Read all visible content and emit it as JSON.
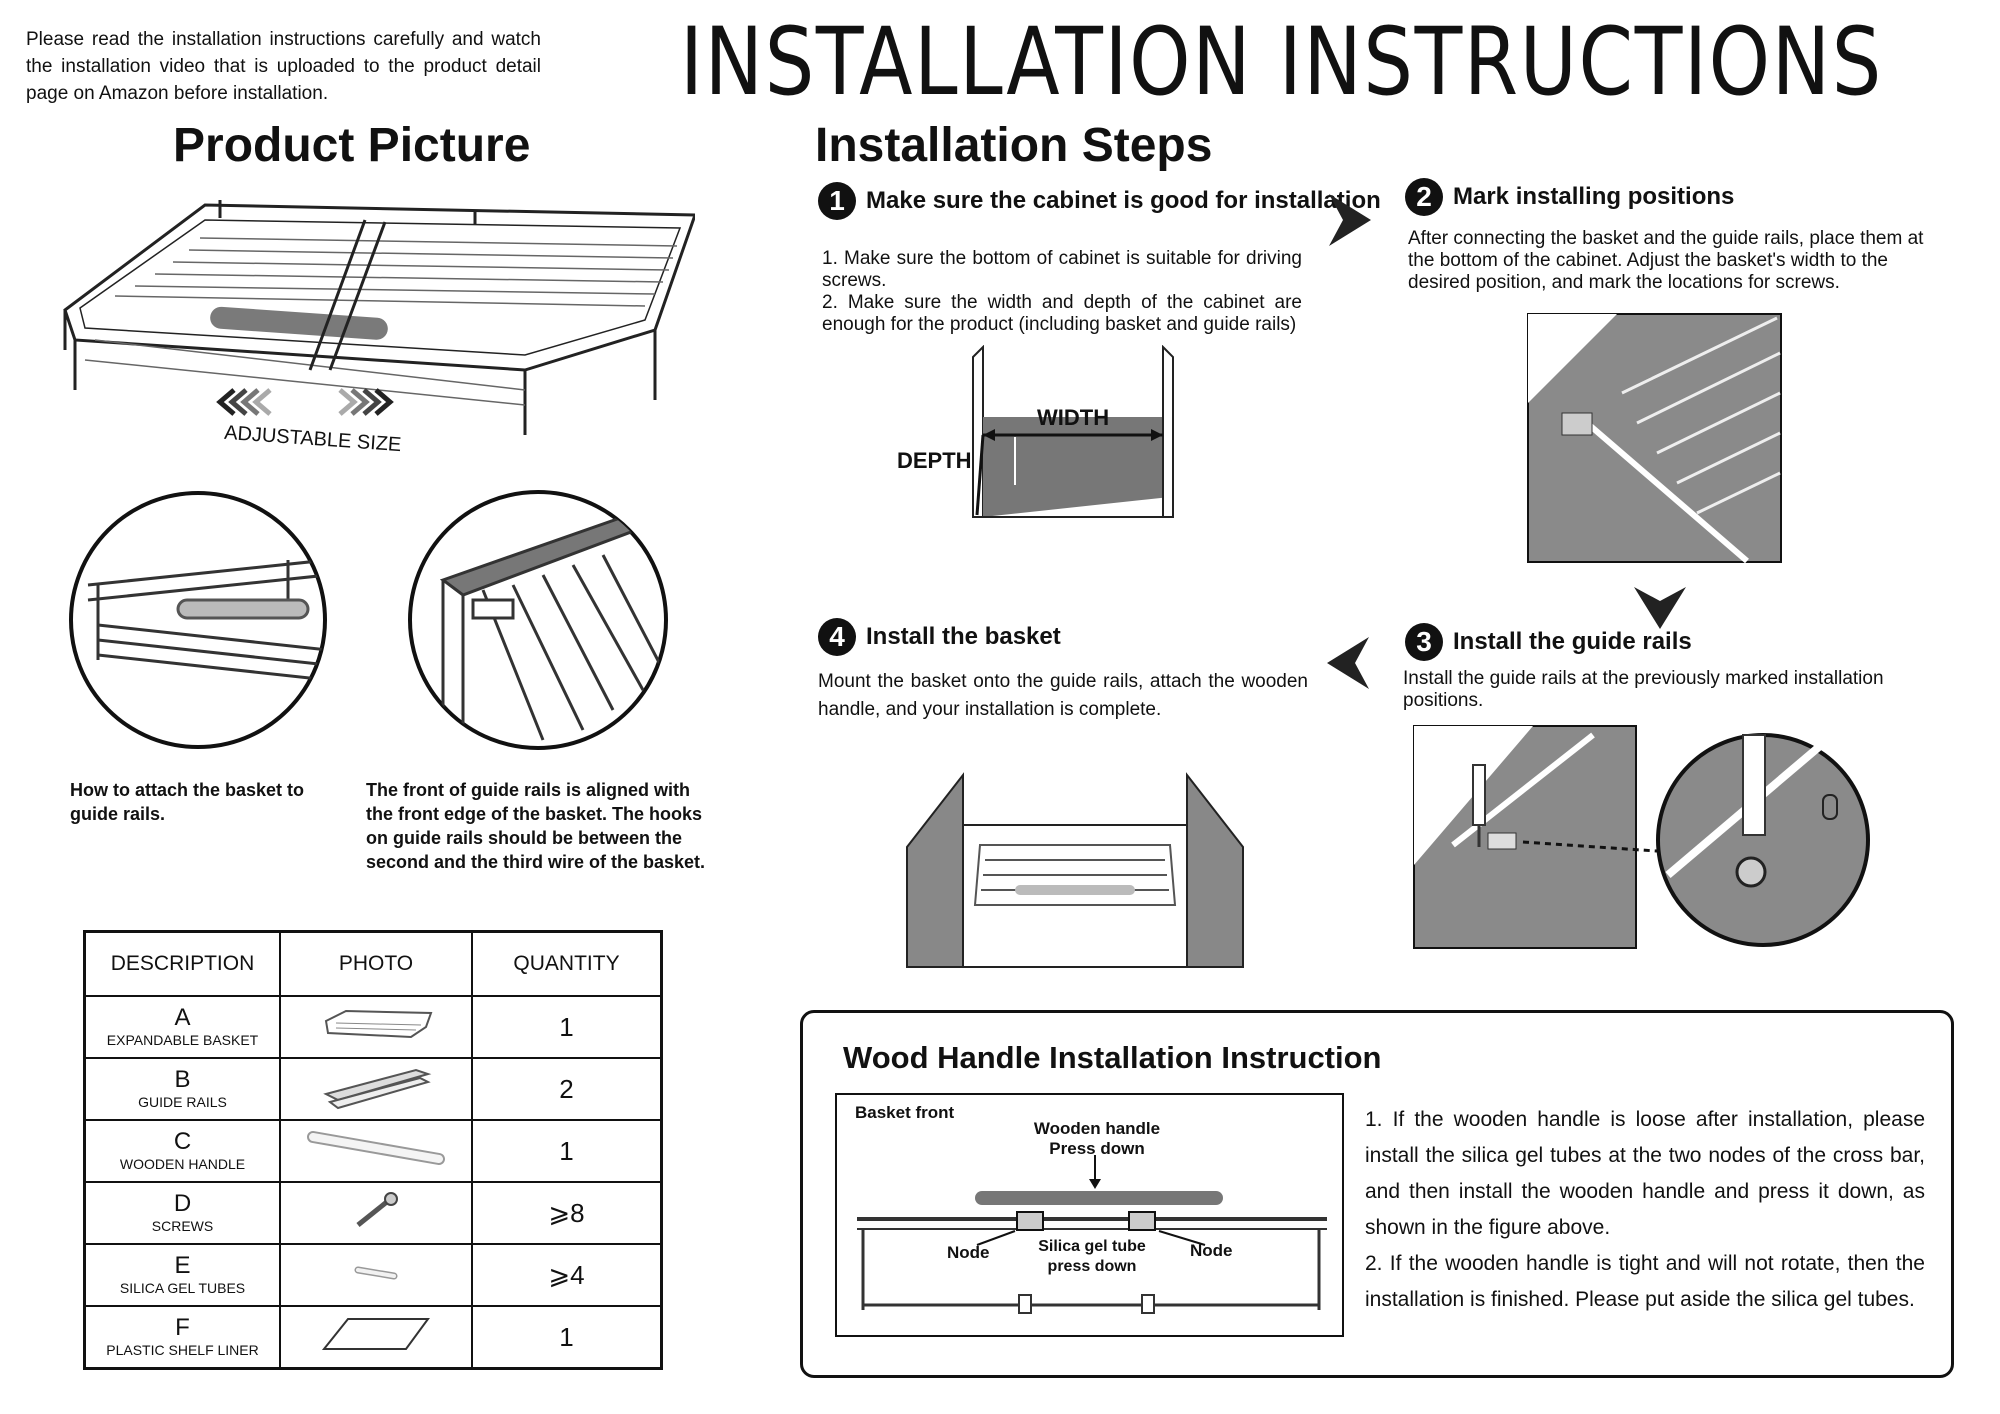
{
  "header": {
    "note": "Please read the installation instructions carefully and watch the installation video that is uploaded to the product detail page on Amazon before installation.",
    "title": "INSTALLATION INSTRUCTIONS"
  },
  "product": {
    "title": "Product Picture",
    "adjustable_label": "ADJUSTABLE SIZE",
    "caption_left": "How to attach the basket to guide rails.",
    "caption_right": "The front of guide rails is aligned with the front edge of the basket. The hooks on guide rails should be between the second and the third wire of the basket."
  },
  "steps": {
    "title": "Installation Steps",
    "items": [
      {
        "num": "1",
        "title": "Make sure the cabinet is good for installation",
        "text": "1. Make sure the bottom of cabinet is suitable for driving screws.\n2. Make sure the width and depth of the cabinet are enough for the product (including basket and guide rails)",
        "width_label": "WIDTH",
        "depth_label": "DEPTH"
      },
      {
        "num": "2",
        "title": "Mark installing positions",
        "text": "After connecting the basket and the guide rails, place them at the bottom of the cabinet. Adjust the basket's width to the desired position, and mark the locations for screws."
      },
      {
        "num": "3",
        "title": "Install the guide rails",
        "text": "Install the guide rails at the previously marked installation positions."
      },
      {
        "num": "4",
        "title": "Install the basket",
        "text": "Mount the basket onto the guide rails, attach the wooden handle, and your installation is complete."
      }
    ]
  },
  "parts_table": {
    "headers": [
      "DESCRIPTION",
      "PHOTO",
      "QUANTITY"
    ],
    "rows": [
      {
        "code": "A",
        "name": "EXPANDABLE BASKET",
        "qty": "1"
      },
      {
        "code": "B",
        "name": "GUIDE RAILS",
        "qty": "2"
      },
      {
        "code": "C",
        "name": "WOODEN HANDLE",
        "qty": "1"
      },
      {
        "code": "D",
        "name": "SCREWS",
        "qty": "⩾8"
      },
      {
        "code": "E",
        "name": "SILICA GEL TUBES",
        "qty": "⩾4"
      },
      {
        "code": "F",
        "name": "PLASTIC SHELF LINER",
        "qty": "1"
      }
    ]
  },
  "wood_handle": {
    "title": "Wood Handle Installation Instruction",
    "diagram": {
      "basket_front": "Basket front",
      "handle_line1": "Wooden handle",
      "handle_line2": "Press down",
      "node_left": "Node",
      "node_right": "Node",
      "gel_line1": "Silica gel tube",
      "gel_line2": "press down"
    },
    "text": "1. If the wooden handle is loose after installation, please install the silica gel tubes at the two nodes of the cross bar, and then install the wooden handle and press it down, as shown in the figure above.\n2. If the wooden handle is tight and will not rotate, then the installation is finished. Please put aside the silica gel tubes."
  }
}
